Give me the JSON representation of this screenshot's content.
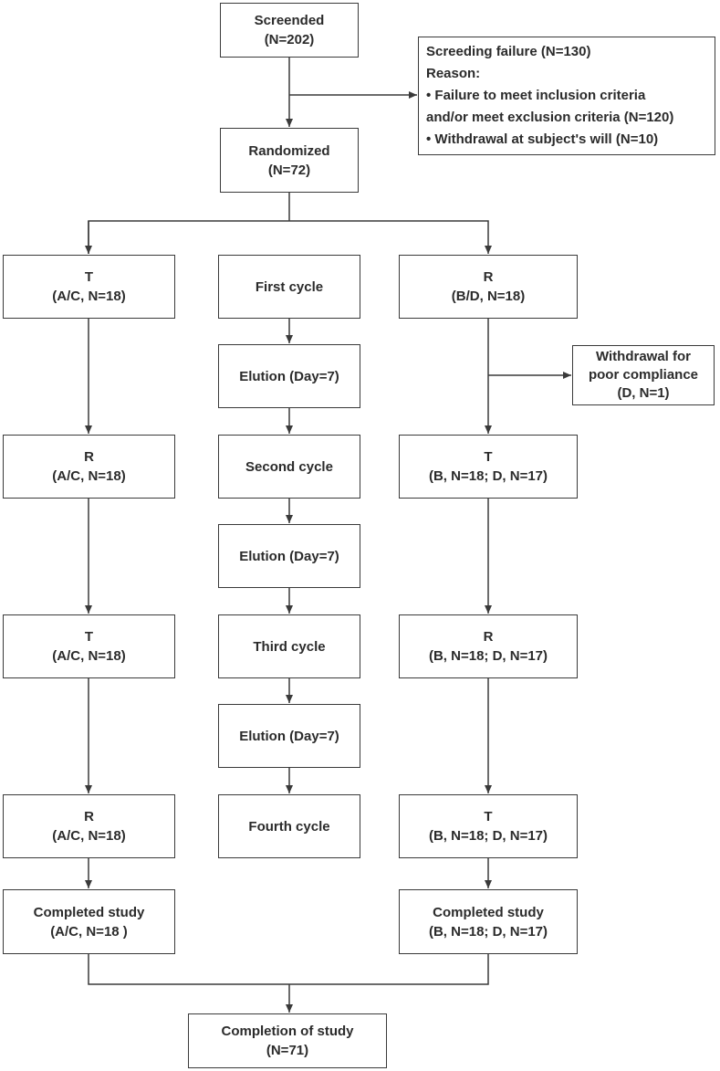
{
  "screened": {
    "line1": "Screended",
    "line2": "(N=202)"
  },
  "screening_failure": {
    "title": "Screeding failure (N=130)",
    "reason": "Reason:",
    "item1a": "• Failure to meet inclusion criteria",
    "item1b": "and/or meet exclusion criteria (N=120)",
    "item2": "• Withdrawal at subject's will (N=10)"
  },
  "randomized": {
    "line1": "Randomized",
    "line2": "(N=72)"
  },
  "left_column": [
    {
      "line1": "T",
      "line2": "(A/C, N=18)"
    },
    {
      "line1": "R",
      "line2": "(A/C, N=18)"
    },
    {
      "line1": "T",
      "line2": "(A/C, N=18)"
    },
    {
      "line1": "R",
      "line2": "(A/C, N=18)"
    },
    {
      "line1": "Completed study",
      "line2": "(A/C, N=18 )"
    }
  ],
  "middle_column": [
    "First cycle",
    "Elution (Day=7)",
    "Second cycle",
    "Elution (Day=7)",
    "Third cycle",
    "Elution (Day=7)",
    "Fourth cycle"
  ],
  "right_column": [
    {
      "line1": "R",
      "line2": "(B/D, N=18)"
    },
    {
      "line1": "T",
      "line2": "(B, N=18; D, N=17)"
    },
    {
      "line1": "R",
      "line2": "(B, N=18; D, N=17)"
    },
    {
      "line1": "T",
      "line2": "(B, N=18; D, N=17)"
    },
    {
      "line1": "Completed study",
      "line2": "(B, N=18; D, N=17)"
    }
  ],
  "withdrawal": {
    "line1": "Withdrawal for",
    "line2": "poor compliance",
    "line3": "(D, N=1)"
  },
  "completion": {
    "line1": "Completion of study",
    "line2": "(N=71)"
  }
}
